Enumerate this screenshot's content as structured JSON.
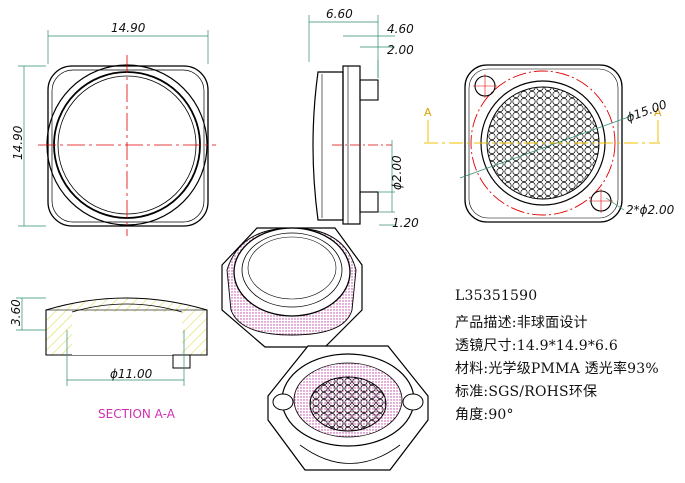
{
  "dimensions": {
    "width": "14.90",
    "height": "14.90",
    "depth": "6.60",
    "flange": "4.60",
    "pin_length": "2.00",
    "pin_diameter": "ϕ2.00",
    "base": "1.20",
    "lens_diameter": "ϕ15.00",
    "holes": "2*ϕ2.00",
    "section_height": "3.60",
    "section_diameter": "ϕ11.00"
  },
  "section_marks": {
    "left": "A",
    "right": "A"
  },
  "section_caption": "SECTION A-A",
  "specs": {
    "part_no": "L35351590",
    "desc": "产品描述:非球面设计",
    "size": "透镜尺寸:14.9*14.9*6.6",
    "material": "材料:光学级PMMA 透光率93%",
    "standard": "标准:SGS/ROHS环保",
    "angle": "角度:90°"
  },
  "colors": {
    "outline": "#000000",
    "dimension": "#2e8b6e",
    "centerline": "#e00000",
    "section_axis": "#f0c000",
    "hatch": "#e8e070",
    "caption": "#d02fb0",
    "pattern": "#c03aa0"
  }
}
